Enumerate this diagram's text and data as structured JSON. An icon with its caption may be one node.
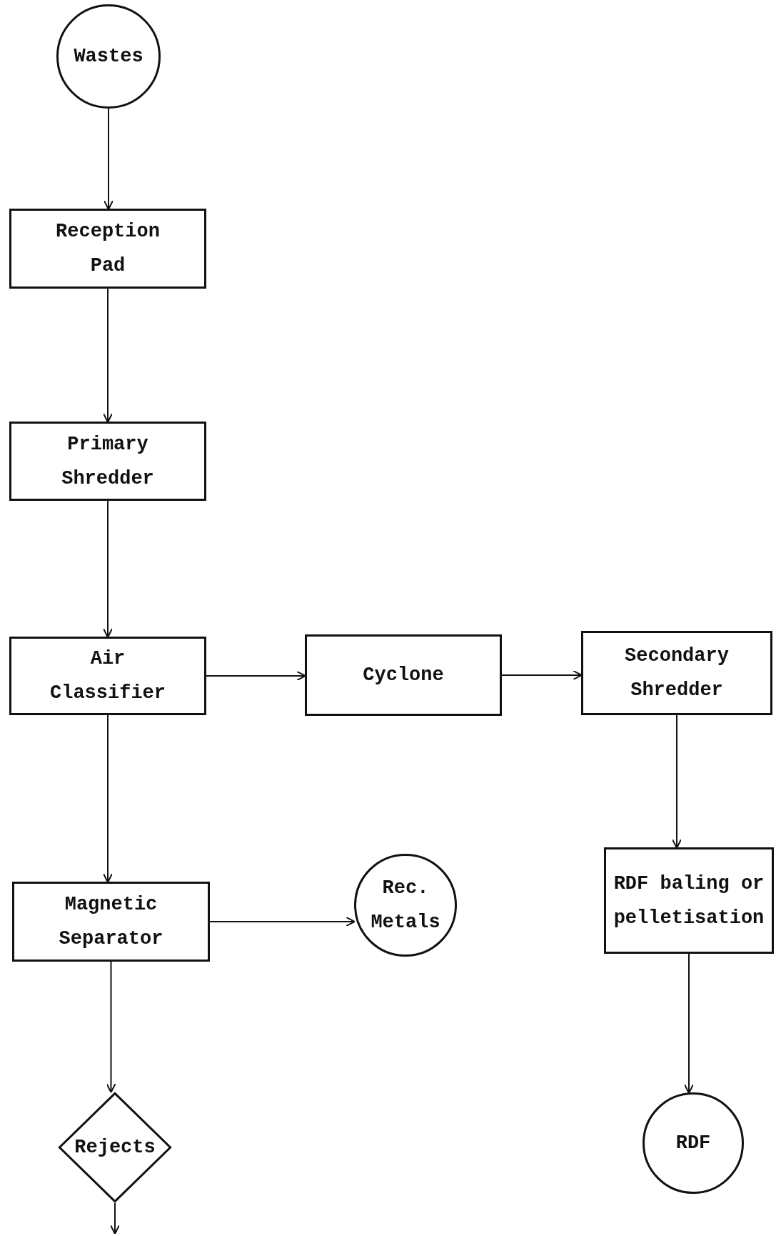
{
  "diagram": {
    "nodes": [
      {
        "text": [
          "Wastes"
        ]
      },
      {
        "text": [
          "Reception Pad"
        ]
      },
      {
        "text": [
          "Primary Shredder"
        ]
      },
      {
        "text": [
          "Air Classifier"
        ]
      },
      {
        "text": [
          "Cyclone"
        ]
      },
      {
        "text": [
          "Secondary Shredder"
        ]
      },
      {
        "text": [
          "Magnetic Separator"
        ]
      },
      {
        "text": [
          "Rec. Metals"
        ]
      },
      {
        "text": [
          "RDF baling or pelletisation"
        ]
      },
      {
        "text": [
          "Rejects"
        ]
      },
      {
        "text": [
          "RDF"
        ]
      }
    ],
    "edges": [
      {
        "from": 0,
        "to": 1,
        "arrow": "to"
      },
      {
        "from": 1,
        "to": 2,
        "arrow": "to"
      },
      {
        "from": 2,
        "to": 3,
        "arrow": "to"
      },
      {
        "from": 3,
        "to": 4,
        "arrow": "to"
      },
      {
        "from": 4,
        "to": 5,
        "arrow": "to"
      },
      {
        "from": 3,
        "to": 6,
        "arrow": "to"
      },
      {
        "from": 6,
        "to": 7,
        "arrow": "to"
      },
      {
        "from": 5,
        "to": 8,
        "arrow": "to"
      },
      {
        "from": 8,
        "to": 10,
        "arrow": "to"
      },
      {
        "from": 6,
        "to": 9,
        "arrow": "to"
      },
      {
        "from": 9,
        "to": null,
        "arrow": "to"
      }
    ]
  }
}
